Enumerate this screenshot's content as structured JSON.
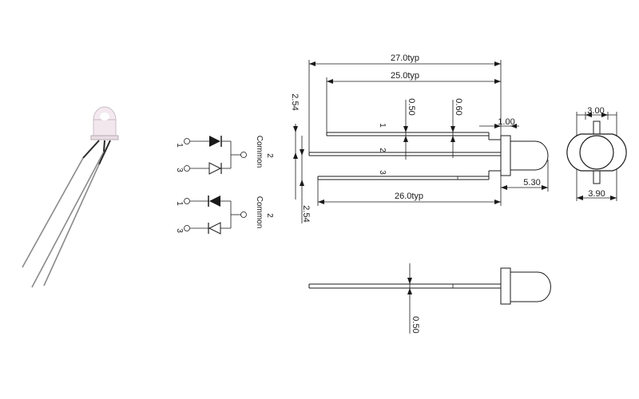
{
  "pins": {
    "p1": "1",
    "p2": "2",
    "p3": "3"
  },
  "schematic": {
    "common_label": "Common",
    "common_pin": "2",
    "pin_left_top": "1",
    "pin_left_bottom": "3"
  },
  "dimensions": {
    "overall_length": "27.0typ",
    "lead_length_long": "25.0typ",
    "lead_length_short": "26.0typ",
    "lead_width": "0.50",
    "lead_bend": "0.60",
    "flange_gap": "1.00",
    "body_length": "5.30",
    "pitch_top": "2.54",
    "pitch_bottom": "2.54",
    "lead_thickness": "0.50",
    "dome_width": "3.00",
    "flange_diameter": "3.90"
  }
}
